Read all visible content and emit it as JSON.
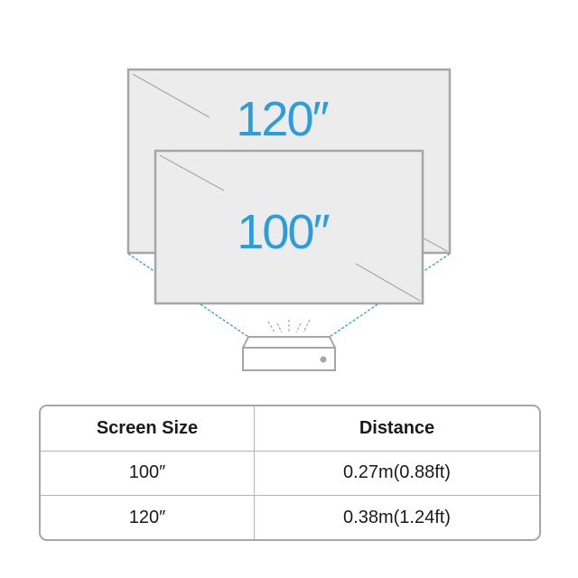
{
  "diagram": {
    "large_screen_label": "120″",
    "small_screen_label": "100″",
    "accent_color": "#2a9de0"
  },
  "table": {
    "headers": [
      "Screen Size",
      "Distance"
    ],
    "rows": [
      {
        "size": "100″",
        "distance": "0.27m(0.88ft)"
      },
      {
        "size": "120″",
        "distance": "0.38m(1.24ft)"
      }
    ]
  }
}
